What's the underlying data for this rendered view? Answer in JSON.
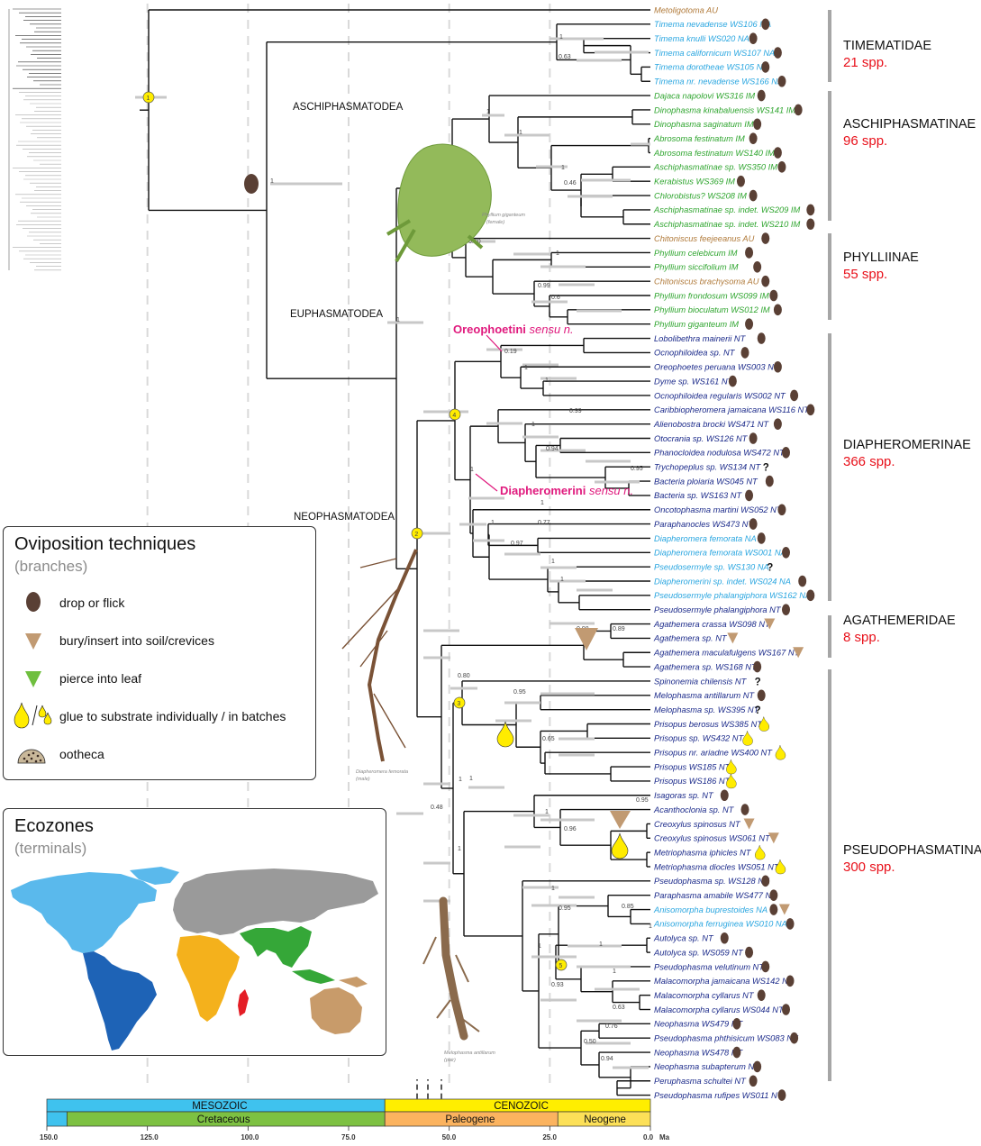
{
  "clades": {
    "aschiphasmatodea": "ASCHIPHASMATODEA",
    "euphasmatodea": "EUPHASMATODEA",
    "neophasmatodea": "NEOPHASMATODEA",
    "oreophoetini": "Oreophoetini",
    "diapheromerini": "Diapheromerini",
    "sensu": "sensu n."
  },
  "families": [
    {
      "name": "TIMEMATIDAE",
      "count": "21 spp."
    },
    {
      "name": "ASCHIPHASMATINAE",
      "count": "96 spp."
    },
    {
      "name": "PHYLLIINAE",
      "count": "55 spp."
    },
    {
      "name": "DIAPHEROMERINAE",
      "count": "366 spp."
    },
    {
      "name": "AGATHEMERIDAE",
      "count": "8 spp."
    },
    {
      "name": "PSEUDOPHASMATINAE",
      "count": "300 spp."
    }
  ],
  "taxa": [
    {
      "label": "Metoligotoma AU",
      "zone": "AU",
      "ovi": ""
    },
    {
      "label": "Timema nevadense WS106 NA",
      "zone": "NA",
      "ovi": "drop"
    },
    {
      "label": "Timema knulli WS020 NA",
      "zone": "NA",
      "ovi": "drop"
    },
    {
      "label": "Timema californicum WS107 NA",
      "zone": "NA",
      "ovi": "drop"
    },
    {
      "label": "Timema dorotheae WS105 NA",
      "zone": "NA",
      "ovi": "drop"
    },
    {
      "label": "Timema nr. nevadense WS166 NA",
      "zone": "NA",
      "ovi": "drop"
    },
    {
      "label": "Dajaca napolovi WS316 IM",
      "zone": "IM",
      "ovi": "drop"
    },
    {
      "label": "Dinophasma kinabaluensis WS141 IM",
      "zone": "IM",
      "ovi": "drop"
    },
    {
      "label": "Dinophasma saginatum IM",
      "zone": "IM",
      "ovi": "drop"
    },
    {
      "label": "Abrosoma festinatum IM",
      "zone": "IM",
      "ovi": "drop"
    },
    {
      "label": "Abrosoma festinatum WS140 IM",
      "zone": "IM",
      "ovi": "drop"
    },
    {
      "label": "Aschiphasmatinae sp. WS350 IM",
      "zone": "IM",
      "ovi": "drop"
    },
    {
      "label": "Kerabistus WS369 IM",
      "zone": "IM",
      "ovi": "drop"
    },
    {
      "label": "Chlorobistus? WS208 IM",
      "zone": "IM",
      "ovi": "drop"
    },
    {
      "label": "Aschiphasmatinae sp. indet. WS209 IM",
      "zone": "IM",
      "ovi": "drop"
    },
    {
      "label": "Aschiphasmatinae sp. indet. WS210 IM",
      "zone": "IM",
      "ovi": "drop"
    },
    {
      "label": "Chitoniscus feejeeanus AU",
      "zone": "AU",
      "ovi": "drop"
    },
    {
      "label": "Phyllium celebicum IM",
      "zone": "IM",
      "ovi": "drop"
    },
    {
      "label": "Phyllium siccifolium IM",
      "zone": "IM",
      "ovi": "drop"
    },
    {
      "label": "Chitoniscus brachysoma AU",
      "zone": "AU",
      "ovi": "drop"
    },
    {
      "label": "Phyllium frondosum WS099 IM",
      "zone": "IM",
      "ovi": "drop"
    },
    {
      "label": "Phyllium bioculatum WS012 IM",
      "zone": "IM",
      "ovi": "drop"
    },
    {
      "label": "Phyllium giganteum IM",
      "zone": "IM",
      "ovi": "drop"
    },
    {
      "label": "Lobolibethra mainerii NT",
      "zone": "NT",
      "ovi": "drop"
    },
    {
      "label": "Ocnophiloidea sp. NT",
      "zone": "NT",
      "ovi": "drop"
    },
    {
      "label": "Oreophoetes peruana WS003 NT",
      "zone": "NT",
      "ovi": "drop"
    },
    {
      "label": "Dyme sp. WS161 NT",
      "zone": "NT",
      "ovi": "drop"
    },
    {
      "label": "Ocnophiloidea regularis WS002 NT",
      "zone": "NT",
      "ovi": "drop"
    },
    {
      "label": "Caribbiopheromera jamaicana WS116 NT",
      "zone": "NT",
      "ovi": "drop"
    },
    {
      "label": "Alienobostra brocki WS471 NT",
      "zone": "NT",
      "ovi": "drop"
    },
    {
      "label": "Otocrania sp. WS126 NT",
      "zone": "NT",
      "ovi": "drop"
    },
    {
      "label": "Phanocloidea nodulosa WS472 NT",
      "zone": "NT",
      "ovi": "drop"
    },
    {
      "label": "Trychopeplus sp. WS134 NT",
      "zone": "NT",
      "ovi": "unknown"
    },
    {
      "label": "Bacteria ploiaria WS045 NT",
      "zone": "NT",
      "ovi": "drop"
    },
    {
      "label": "Bacteria sp. WS163 NT",
      "zone": "NT",
      "ovi": "drop"
    },
    {
      "label": "Oncotophasma martini WS052 NT",
      "zone": "NT",
      "ovi": "drop"
    },
    {
      "label": "Paraphanocles WS473 NT",
      "zone": "NT",
      "ovi": "drop"
    },
    {
      "label": "Diapheromera femorata NA",
      "zone": "NA",
      "ovi": "drop"
    },
    {
      "label": "Diapheromera femorata WS001 NA",
      "zone": "NA",
      "ovi": "drop"
    },
    {
      "label": "Pseudosermyle sp. WS130 NA",
      "zone": "NA",
      "ovi": "unknown"
    },
    {
      "label": "Diapheromerini sp. indet. WS024 NA",
      "zone": "NA",
      "ovi": "drop"
    },
    {
      "label": "Pseudosermyle phalangiphora WS162 NA",
      "zone": "NA",
      "ovi": "drop"
    },
    {
      "label": "Pseudosermyle phalangiphora NT",
      "zone": "NT",
      "ovi": "drop"
    },
    {
      "label": "Agathemera crassa WS098 NT",
      "zone": "NT",
      "ovi": "bury"
    },
    {
      "label": "Agathemera sp. NT",
      "zone": "NT",
      "ovi": "bury"
    },
    {
      "label": "Agathemera maculafulgens WS167 NT",
      "zone": "NT",
      "ovi": "bury"
    },
    {
      "label": "Agathemera sp. WS168 NT",
      "zone": "NT",
      "ovi": "drop"
    },
    {
      "label": "Spinonemia chilensis NT",
      "zone": "NT",
      "ovi": "unknown"
    },
    {
      "label": "Melophasma antillarum NT",
      "zone": "NT",
      "ovi": "drop"
    },
    {
      "label": "Melophasma sp. WS395 NT",
      "zone": "NT",
      "ovi": "unknown"
    },
    {
      "label": "Prisopus berosus WS385 NT",
      "zone": "NT",
      "ovi": "glue"
    },
    {
      "label": "Prisopus sp. WS432 NT",
      "zone": "NT",
      "ovi": "glue"
    },
    {
      "label": "Prisopus nr. ariadne WS400 NT",
      "zone": "NT",
      "ovi": "glue"
    },
    {
      "label": "Prisopus WS185 NT",
      "zone": "NT",
      "ovi": "glue"
    },
    {
      "label": "Prisopus WS186 NT",
      "zone": "NT",
      "ovi": "glue"
    },
    {
      "label": "Isagoras sp. NT",
      "zone": "NT",
      "ovi": "drop"
    },
    {
      "label": "Acanthoclonia sp. NT",
      "zone": "NT",
      "ovi": "drop"
    },
    {
      "label": "Creoxylus spinosus NT",
      "zone": "NT",
      "ovi": "bury"
    },
    {
      "label": "Creoxylus spinosus WS061 NT",
      "zone": "NT",
      "ovi": "bury"
    },
    {
      "label": "Metriophasma iphicles NT",
      "zone": "NT",
      "ovi": "glue"
    },
    {
      "label": "Metriophasma diocles WS051 NT",
      "zone": "NT",
      "ovi": "glue"
    },
    {
      "label": "Pseudophasma sp. WS128 NT",
      "zone": "NT",
      "ovi": "drop"
    },
    {
      "label": "Paraphasma amabile WS477 NT",
      "zone": "NT",
      "ovi": "drop"
    },
    {
      "label": "Anisomorpha buprestoides NA",
      "zone": "NA",
      "ovi": "dropbury"
    },
    {
      "label": "Anisomorpha ferruginea WS010 NA",
      "zone": "NA",
      "ovi": "drop"
    },
    {
      "label": "Autolyca sp. NT",
      "zone": "NT",
      "ovi": "drop"
    },
    {
      "label": "Autolyca sp. WS059 NT",
      "zone": "NT",
      "ovi": "drop"
    },
    {
      "label": "Pseudophasma velutinum NT",
      "zone": "NT",
      "ovi": "drop"
    },
    {
      "label": "Malacomorpha jamaicana WS142 NT",
      "zone": "NT",
      "ovi": "drop"
    },
    {
      "label": "Malacomorpha cyllarus NT",
      "zone": "NT",
      "ovi": "drop"
    },
    {
      "label": "Malacomorpha cyllarus WS044 NT",
      "zone": "NT",
      "ovi": "drop"
    },
    {
      "label": "Neophasma WS479 NT",
      "zone": "NT",
      "ovi": "drop"
    },
    {
      "label": "Pseudophasma phthisicum WS083 NT",
      "zone": "NT",
      "ovi": "drop"
    },
    {
      "label": "Neophasma WS478 NT",
      "zone": "NT",
      "ovi": "drop"
    },
    {
      "label": "Neophasma subapterum NT",
      "zone": "NT",
      "ovi": "drop"
    },
    {
      "label": "Peruphasma schultei NT",
      "zone": "NT",
      "ovi": "drop"
    },
    {
      "label": "Pseudophasma rufipes WS011 NT",
      "zone": "NT",
      "ovi": "drop"
    }
  ],
  "zone_colors": {
    "AU": "#b07a3a",
    "NA": "#2aa6e0",
    "IM": "#2fa52f",
    "NT": "#1b2a8a"
  },
  "ovi_colors": {
    "drop": "#5a4035",
    "bury": "#c19a72",
    "pierce": "#6fbf3f",
    "glue": "#ffec00",
    "ootheca": "#c9b89a"
  },
  "nodes": [
    "1",
    "2",
    "3",
    "4",
    "5"
  ],
  "support": [
    "1",
    "1",
    "0.63",
    "1",
    "1",
    "1",
    "0.46",
    "0.80",
    "1",
    "0.99",
    "0.6",
    "0.19",
    "1",
    "1",
    "1",
    "0.99",
    "0.94",
    "1",
    "1",
    "0.77",
    "0.97",
    "1",
    "1",
    "0.89",
    "0.80",
    "0.95",
    "1",
    "0.65",
    "1",
    "1",
    "0.96",
    "1",
    "1",
    "1",
    "0.93",
    "1",
    "0.76",
    "0.50",
    "0.94",
    "1",
    "0.48",
    "0.95",
    "1",
    "0.98",
    "1",
    "0.95",
    "0.95",
    "0.63",
    "0.85",
    "1"
  ],
  "photo_labels": {
    "phyllium": "Phyllium giganteum",
    "phyllium_sex": "(female)",
    "diapheromera": "Diapheromera femorata",
    "diapheromera_sex": "(male)",
    "melophasma": "Melophasma antillarum",
    "melophasma_sex": "(pair)"
  },
  "legend_ovi": {
    "title": "Oviposition techniques",
    "subtitle": "(branches)",
    "items": [
      "drop or flick",
      "bury/insert into soil/crevices",
      "pierce into leaf",
      "glue to substrate individually / in batches",
      "ootheca"
    ]
  },
  "legend_eco": {
    "title": "Ecozones",
    "subtitle": "(terminals)"
  },
  "eco_colors": {
    "nearctic": "#5ab9ec",
    "neotropic": "#1e63b6",
    "palearctic": "#9a9a9a",
    "afrotropic": "#f4b11c",
    "madagascar": "#e41e26",
    "indomalaya": "#35a738",
    "australasia": "#c89b6a"
  },
  "timescale": {
    "eras": [
      {
        "name": "MESOZOIC",
        "from": 150,
        "to": 66,
        "color": "#3fc2ee"
      },
      {
        "name": "CENOZOIC",
        "from": 66,
        "to": 0,
        "color": "#ffee00"
      }
    ],
    "periods": [
      {
        "name": "",
        "from": 150,
        "to": 145,
        "color": "#3fc2ee"
      },
      {
        "name": "Cretaceous",
        "from": 145,
        "to": 66,
        "color": "#7dc142"
      },
      {
        "name": "Paleogene",
        "from": 66,
        "to": 23,
        "color": "#fbb35f"
      },
      {
        "name": "Neogene",
        "from": 23,
        "to": 0,
        "color": "#fce058"
      }
    ],
    "ticks": [
      "150.0",
      "125.0",
      "100.0",
      "75.0",
      "50.0",
      "25.0",
      "0.0"
    ],
    "unit": "Ma"
  }
}
